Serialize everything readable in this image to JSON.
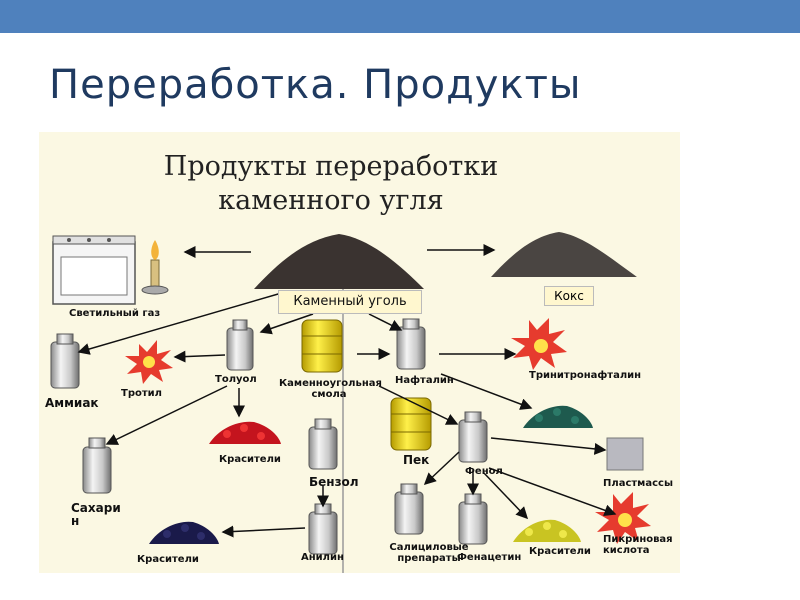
{
  "slide": {
    "title": "Переработка. Продукты"
  },
  "diagram": {
    "heading_line1": "Продукты переработки",
    "heading_line2": "каменного угля",
    "nodes": {
      "coal": "Каменный уголь",
      "coke": "Кокс",
      "lighting_gas": "Светильный газ",
      "ammonia": "Аммиак",
      "trotyl": "Тротил",
      "toluene": "Толуол",
      "coal_tar_line1": "Каменноугольная",
      "coal_tar_line2": "смола",
      "naphthalene": "Нафталин",
      "trinitronaphthalene": "Тринитронафталин",
      "dyes_red": "Красители",
      "saccharin_line1": "Сахари",
      "saccharin_line2": "н",
      "benzene": "Бензол",
      "pitch": "Пек",
      "phenol": "Фенол",
      "plastics": "Пластмассы",
      "dyes_navy": "Красители",
      "aniline": "Анилин",
      "salicylic_line1": "Салициловые",
      "salicylic_line2": "препараты",
      "phenacetin": "Фенацетин",
      "dyes_yellow": "Красители",
      "picric_line1": "Пикриновая",
      "picric_line2": "кислота"
    }
  }
}
